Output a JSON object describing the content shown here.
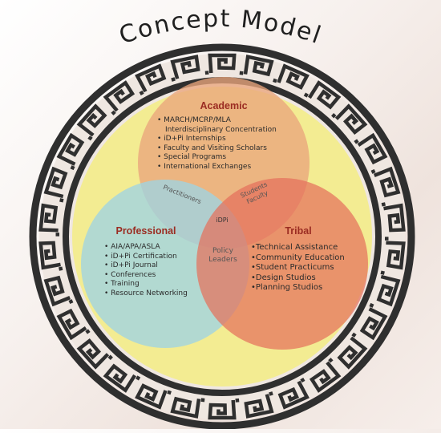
{
  "title": "Concept Model",
  "circles": {
    "academic": {
      "title": "Academic",
      "items": [
        "MARCH/MCRP/MLA",
        "Interdisciplinary Concentration",
        "iD+Pi Internships",
        "Faculty and Visiting Scholars",
        "Special Programs",
        "International Exchanges"
      ]
    },
    "professional": {
      "title": "Professional",
      "items": [
        "AIA/APA/ASLA",
        "iD+Pi Certification",
        "iD+Pi Journal",
        "Conferences",
        "Training",
        "Resource Networking"
      ]
    },
    "tribal": {
      "title": "Tribal",
      "items": [
        "Technical Assistance",
        "Community Education",
        "Student Practicums",
        "Design Studios",
        "Planning Studios"
      ]
    }
  },
  "overlaps": {
    "academic_professional": "Practitioners",
    "academic_tribal_line1": "Students",
    "academic_tribal_line2": "Faculty",
    "professional_tribal_line1": "Policy",
    "professional_tribal_line2": "Leaders",
    "center": "iDPi"
  },
  "colors": {
    "border": "#2f2f2f",
    "inner_fill": "#f3ec92",
    "academic": "#e9a57c",
    "professional": "#9fd4e3",
    "tribal": "#e5705b",
    "heading": "#9b2c22"
  }
}
